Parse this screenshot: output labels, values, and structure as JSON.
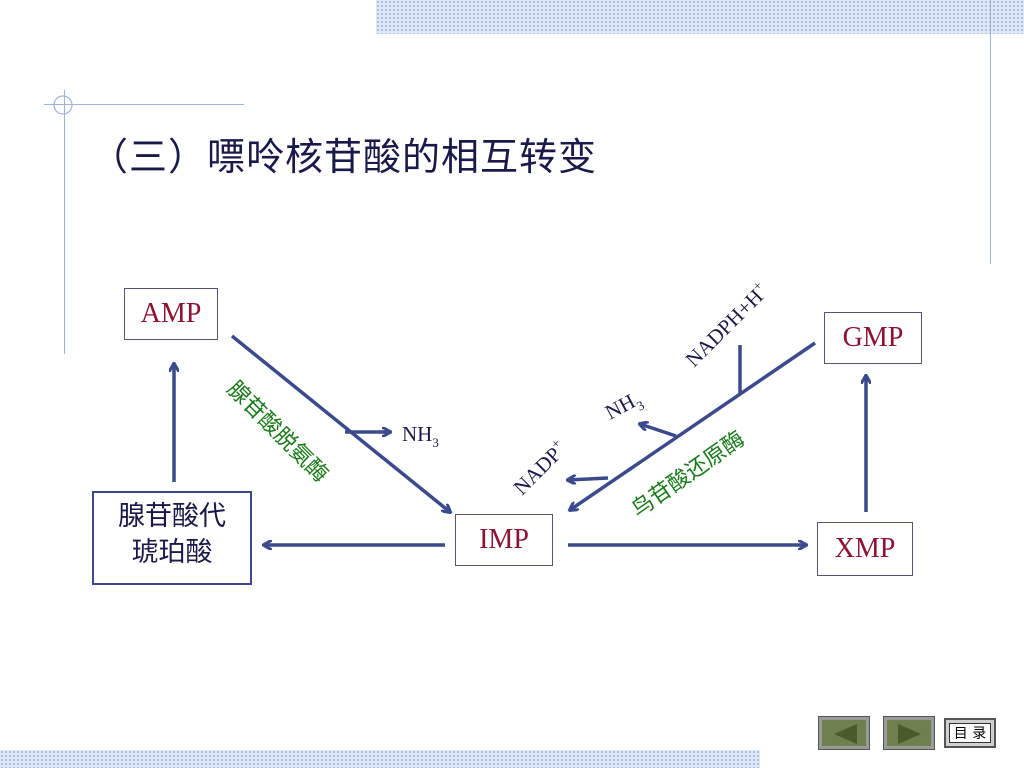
{
  "title": "（三）嘌呤核苷酸的相互转变",
  "nodes": {
    "amp": "AMP",
    "gmp": "GMP",
    "imp": "IMP",
    "xmp": "XMP",
    "adenylosuccinate_line1": "腺苷酸代",
    "adenylosuccinate_line2": "琥珀酸"
  },
  "enzymes": {
    "amp_deaminase": "腺苷酸脱氨酶",
    "gmp_reductase": "鸟苷酸还原酶"
  },
  "labels": {
    "nh3_left": "NH",
    "nh3_left_sub": "3",
    "nh3_right": "NH",
    "nh3_right_sub": "3",
    "nadp": "NADP",
    "nadp_sup": "+",
    "nadph": "NADPH+H",
    "nadph_sup": "+"
  },
  "nav": {
    "menu_label": "目 录"
  },
  "colors": {
    "arrow": "#3b4a8c",
    "enzyme_text": "#1a7a1a",
    "node_text": "#8b1230",
    "title_text": "#1a1a4a"
  }
}
